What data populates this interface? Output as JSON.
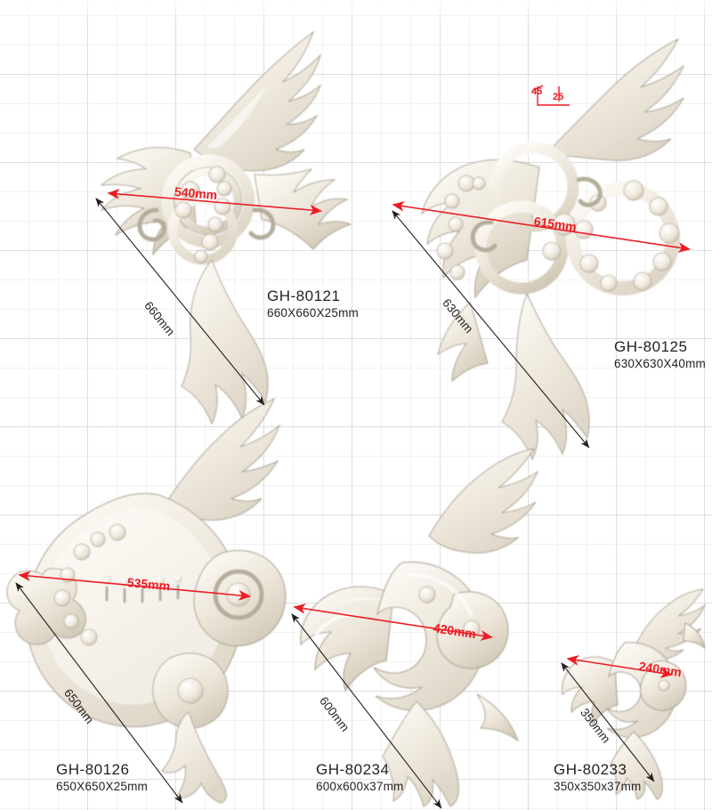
{
  "page": {
    "title": "Decorative Ornament Catalog Sheet",
    "background": "#ffffff",
    "grid_color": "#e4e4e4",
    "dimension_color": "#ee1c25",
    "leader_color": "#231f20",
    "ornament_color": "#efe9df"
  },
  "products": [
    {
      "id": "gh-80121",
      "code": "GH-80121",
      "dimensions": "660X660X25mm",
      "width_label": "540mm",
      "diagonal_label": "660mm",
      "position": "top-left"
    },
    {
      "id": "gh-80125",
      "code": "GH-80125",
      "dimensions": "630X630X40mm",
      "width_label": "615mm",
      "diagonal_label": "630mm",
      "detail_labels": [
        "45",
        "25"
      ],
      "position": "top-right"
    },
    {
      "id": "gh-80126",
      "code": "GH-80126",
      "dimensions": "650X650X25mm",
      "width_label": "535mm",
      "diagonal_label": "650mm",
      "position": "bottom-left"
    },
    {
      "id": "gh-80234",
      "code": "GH-80234",
      "dimensions": "600x600x37mm",
      "width_label": "420mm",
      "diagonal_label": "600mm",
      "position": "bottom-center"
    },
    {
      "id": "gh-80233",
      "code": "GH-80233",
      "dimensions": "350x350x37mm",
      "width_label": "240mm",
      "diagonal_label": "350mm",
      "position": "bottom-right"
    }
  ]
}
